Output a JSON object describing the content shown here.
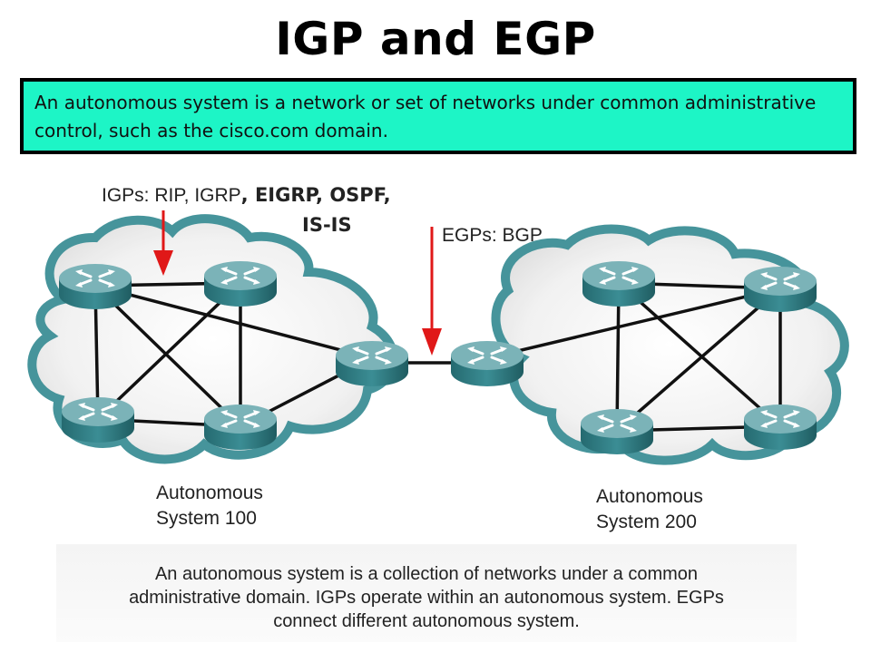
{
  "title": "IGP and EGP",
  "definition": "An autonomous system is a network or set of networks under common administrative control, such as the cisco.com domain.",
  "diagram": {
    "igp_label_plain": "IGPs: RIP, IGRP",
    "igp_label_bold": ", EIGRP, OSPF,",
    "igp_label_line2": "IS-IS",
    "egp_label": "EGPs: BGP",
    "as100_line1": "Autonomous",
    "as100_line2": "System 100",
    "as200_line1": "Autonomous",
    "as200_line2": "System 200",
    "colors": {
      "cloud_fill": "#ededed",
      "router_body": "#2f7f86",
      "router_top": "#6fa8ae",
      "arrow": "#e01818",
      "box_fill": "#1df5c6"
    }
  },
  "caption": {
    "line1": "An autonomous system is a collection of networks under a common",
    "line2": "administrative domain. IGPs operate within an autonomous system. EGPs",
    "line3": "connect different autonomous system."
  }
}
